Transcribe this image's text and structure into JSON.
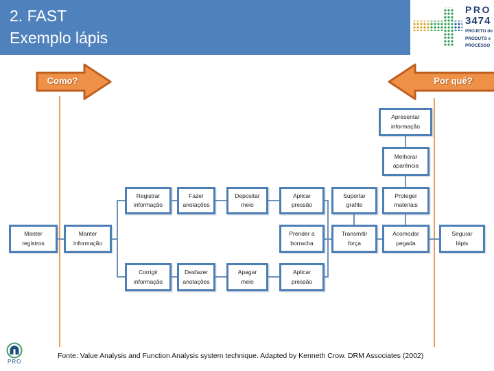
{
  "header": {
    "title": "2. FAST",
    "subtitle": "Exemplo lápis"
  },
  "logo_top_right": {
    "name": "PRO",
    "number": "3474",
    "sub1": "PROJETO do",
    "sub2": "PRODUTO e",
    "sub3": "PROCESSO",
    "icon": "dot-cross-icon"
  },
  "arrows": {
    "how": "Como?",
    "why": "Por quê?"
  },
  "diagram": {
    "boxes": {
      "apresentar": {
        "text": "Apresentar\ninformação"
      },
      "melhorar": {
        "text": "Melhorar\naparência"
      },
      "registrar": {
        "text": "Registrar\ninformação"
      },
      "fazer": {
        "text": "Fazer\nanotações"
      },
      "depositar": {
        "text": "Depositar\nmeio"
      },
      "aplicar_top": {
        "text": "Aplicar\npressão"
      },
      "suportar": {
        "text": "Suportar\ngrafite"
      },
      "proteger": {
        "text": "Proteger\nmateriais"
      },
      "manter_registros": {
        "text": "Manter\nregistros"
      },
      "manter_informacao": {
        "text": "Manter\ninformação"
      },
      "prender": {
        "text": "Prender a\nborracha"
      },
      "transmitir": {
        "text": "Transmitir\nforça"
      },
      "acomodar": {
        "text": "Acomodar\npegada"
      },
      "segurar": {
        "text": "Segurar\nlápis"
      },
      "corrigir": {
        "text": "Corrigir\ninformação"
      },
      "desfazer": {
        "text": "Desfazer\nanotações"
      },
      "apagar": {
        "text": "Apagar\nmeio"
      },
      "aplicar_bottom": {
        "text": "Aplicar\npressão"
      }
    }
  },
  "footer": {
    "source": "Fonte: Value Analysis and Function Analysis system technique. Adapted by Kenneth Crow. DRM Associates (2002)",
    "logo_label": "PRO"
  },
  "colors": {
    "header_blue": "#4f81bd",
    "box_border": "#4d7eb5",
    "connector": "#6b90ba",
    "arrow_fill": "#ee9147",
    "arrow_border": "#bf5e1e",
    "orange_guide_line": "#e3a066",
    "logo_navy": "#1e3f70",
    "dot_yellow": "#d3a321",
    "dot_green": "#2f9e53",
    "dot_blue": "#2b5ca8"
  }
}
